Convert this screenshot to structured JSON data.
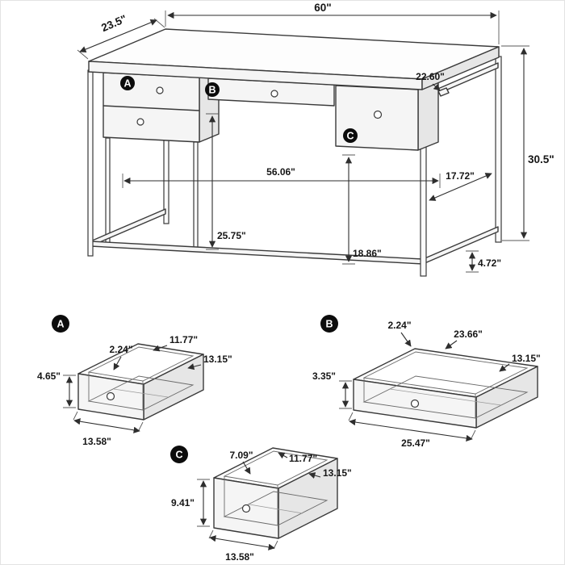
{
  "meta": {
    "ink_color": "#2e2e2e",
    "badge_color": "#0c0c0c"
  },
  "badges": {
    "a": "A",
    "b": "B",
    "c": "C"
  },
  "desk": {
    "width": "60\"",
    "depth": "23.5\"",
    "height": "30.5\"",
    "top_side_depth": "22.60\"",
    "inner_span": "56.06\"",
    "knee_clearance": "25.75\"",
    "under_drawer_clearance": "18.86\"",
    "side_frame_depth": "17.72\"",
    "stretcher_height": "4.72\""
  },
  "drawer_a": {
    "front_depth": "2.24\"",
    "inner_width": "11.77\"",
    "inner_depth": "13.15\"",
    "height": "4.65\"",
    "outer_width": "13.58\""
  },
  "drawer_b": {
    "front_depth": "2.24\"",
    "inner_width": "23.66\"",
    "inner_depth": "13.15\"",
    "height": "3.35\"",
    "outer_width": "25.47\""
  },
  "drawer_c": {
    "front_depth": "7.09\"",
    "inner_width": "11.77\"",
    "inner_depth": "13.15\"",
    "height": "9.41\"",
    "outer_width": "13.58\""
  }
}
